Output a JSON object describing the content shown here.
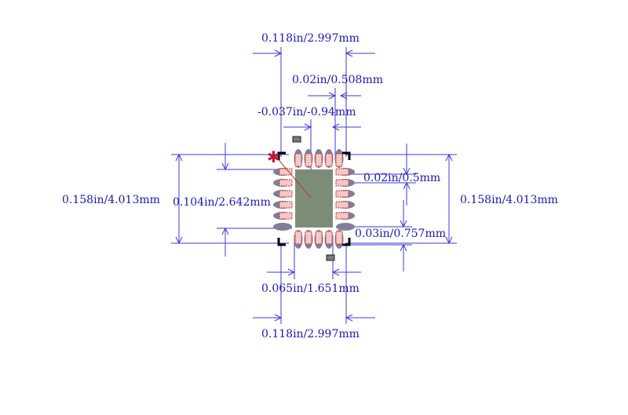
{
  "dimensions": {
    "top_width": "0.118in/2.997mm",
    "pitch": "0.02in/0.508mm",
    "pad_offset": "-0.037in/-0.94mm",
    "left_height": "0.158in/4.013mm",
    "inner_height": "0.104in/2.642mm",
    "pad_width": "0.02in/0.5mm",
    "pad_length": "0.03in/0.757mm",
    "right_height": "0.158in/4.013mm",
    "bottom_span": "0.065in/1.651mm",
    "bottom_width": "0.118in/2.997mm"
  },
  "colors": {
    "dimension": "#1a1ab8",
    "pad_fill": "#f4c8c8",
    "pad_outline": "#c0392b",
    "thermal_pad": "#7b8d76",
    "pin_oval": "#7f7f99",
    "corner_mark": "#000000",
    "pin1_marker": "#c0143c"
  },
  "package": {
    "pins_per_side": 5,
    "pin1_marker_glyph": "✱"
  }
}
